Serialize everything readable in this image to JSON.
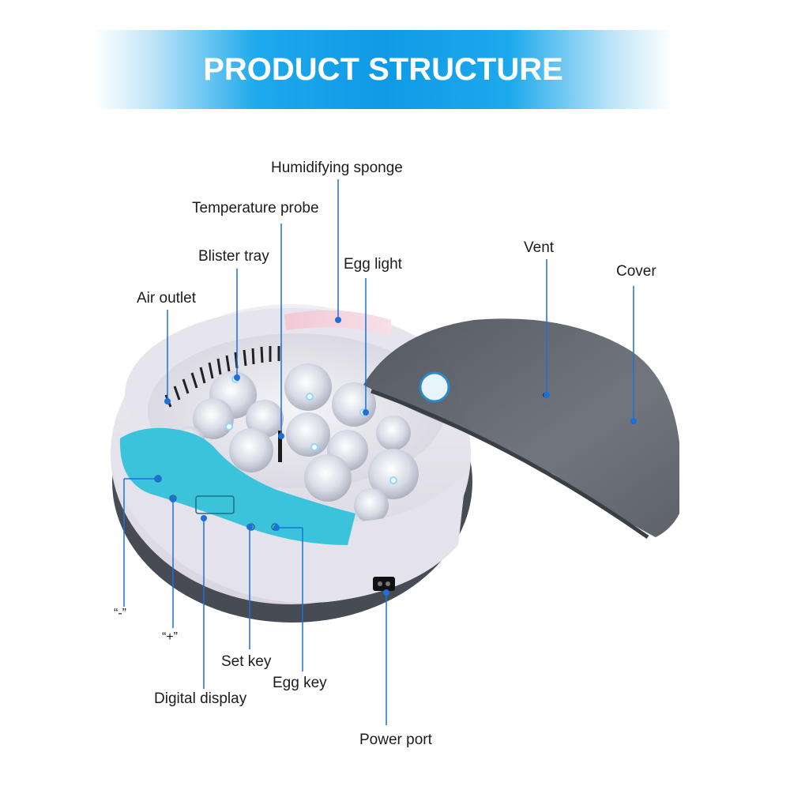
{
  "banner": {
    "title": "PRODUCT STRUCTURE",
    "color": "#0f9ae6"
  },
  "labels": {
    "humidifying_sponge": "Humidifying sponge",
    "temperature_probe": "Temperature probe",
    "blister_tray": "Blister tray",
    "egg_light": "Egg light",
    "vent": "Vent",
    "cover": "Cover",
    "air_outlet": "Air outlet",
    "minus_key": "“-”",
    "plus_key": "“+”",
    "set_key": "Set key",
    "egg_key": "Egg key",
    "digital_display": "Digital display",
    "power_port": "Power port"
  },
  "colors": {
    "leader_line": "#1e6fd9",
    "panel": "#3cc3dc",
    "shell": "#e9e7ef",
    "base": "#4a4e57",
    "cover": "#5b6068"
  }
}
